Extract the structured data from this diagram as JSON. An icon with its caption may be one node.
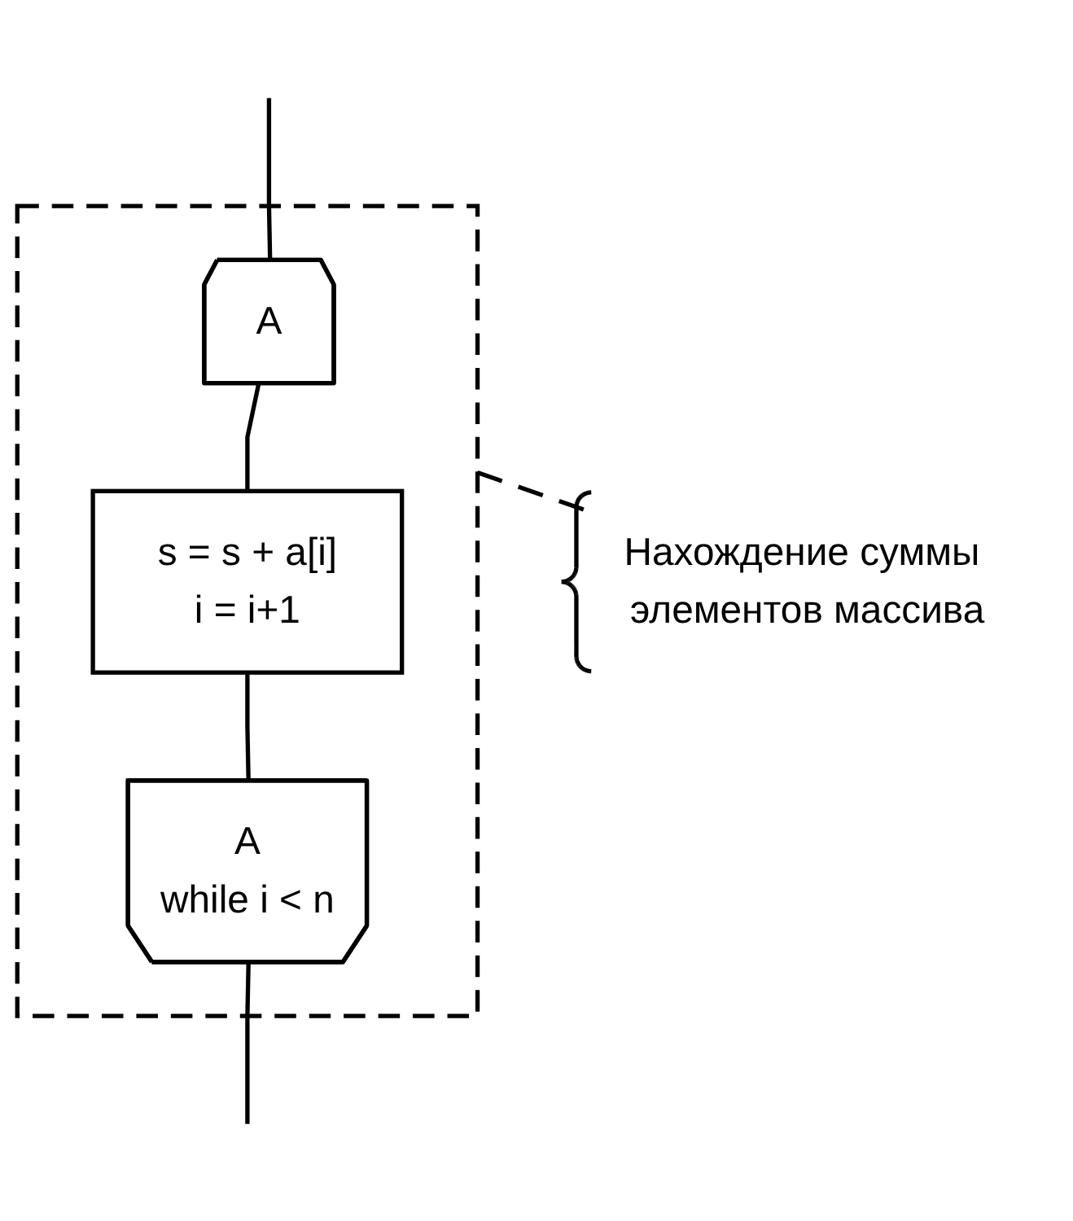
{
  "diagram": {
    "nodes": [
      {
        "text": [],
        "shape": "box"
      },
      {
        "text": [
          "A"
        ],
        "in": 0
      },
      {
        "text": [
          "s = s + a[i]",
          "i = i+1"
        ],
        "in": 0
      },
      {
        "text": [
          "A",
          "while i < n"
        ],
        "in": 0
      },
      {
        "text": [
          "Нахождение суммы элементов массива"
        ]
      }
    ],
    "edges": [
      {
        "from": null,
        "to": 1,
        "arrow": "none"
      },
      {
        "from": 1,
        "to": 2,
        "arrow": "none"
      },
      {
        "from": 2,
        "to": 3,
        "arrow": "none"
      },
      {
        "from": 3,
        "to": null,
        "arrow": "none"
      },
      {
        "from": 0,
        "to": 4,
        "arrow": "none",
        "style": "dashed"
      }
    ]
  }
}
